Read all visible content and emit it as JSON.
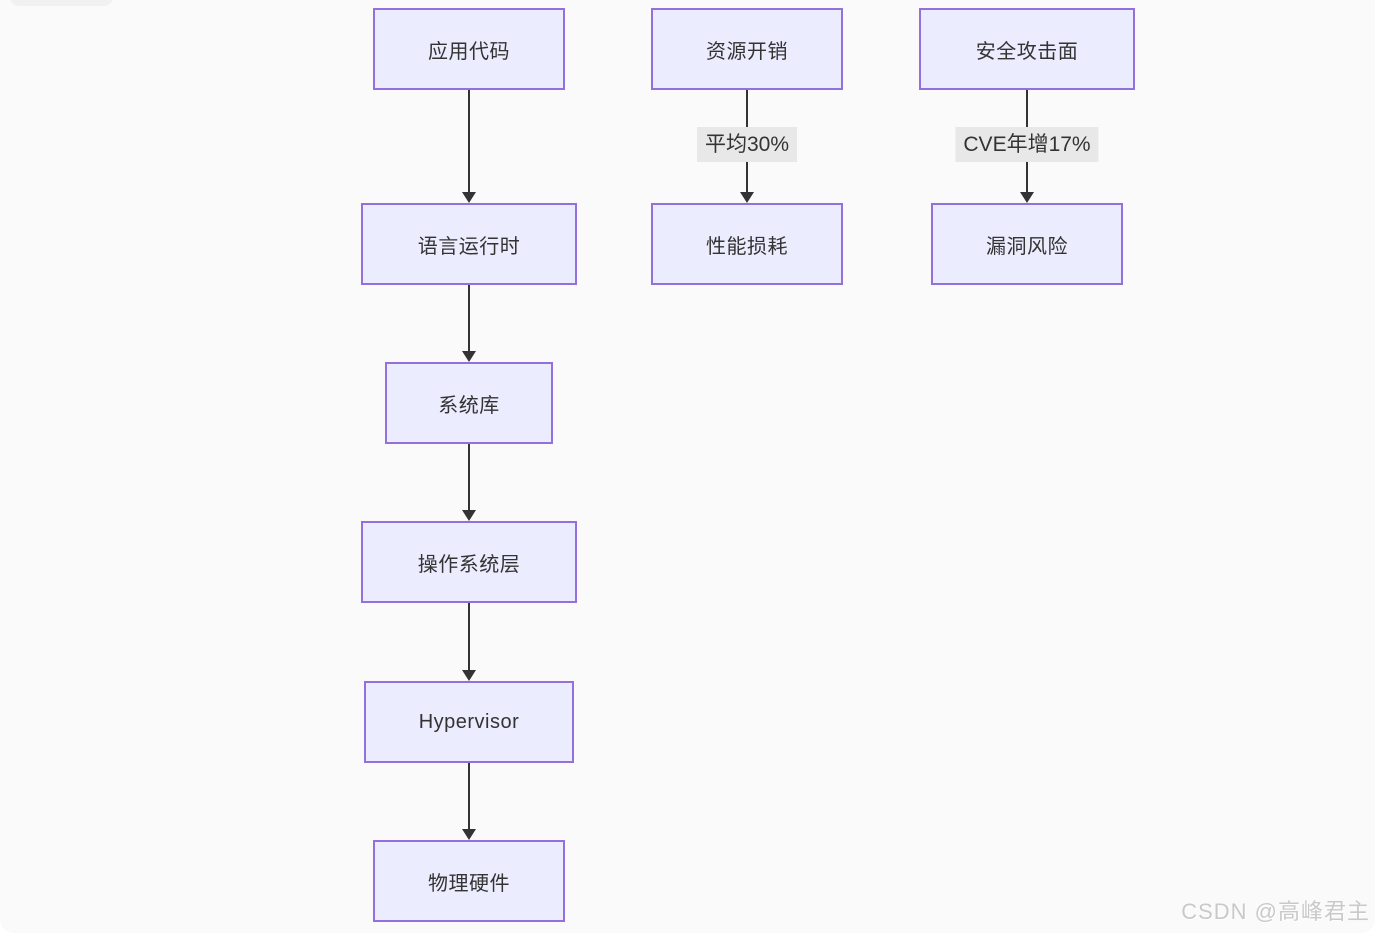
{
  "diagram": {
    "type": "flowchart",
    "nodes": [
      {
        "id": "app-code",
        "label": "应用代码"
      },
      {
        "id": "language-runtime",
        "label": "语言运行时"
      },
      {
        "id": "system-libraries",
        "label": "系统库"
      },
      {
        "id": "os-layer",
        "label": "操作系统层"
      },
      {
        "id": "hypervisor",
        "label": "Hypervisor"
      },
      {
        "id": "physical-hardware",
        "label": "物理硬件"
      },
      {
        "id": "resource-overhead",
        "label": "资源开销"
      },
      {
        "id": "performance-loss",
        "label": "性能损耗"
      },
      {
        "id": "attack-surface",
        "label": "安全攻击面"
      },
      {
        "id": "vulnerability-risk",
        "label": "漏洞风险"
      }
    ],
    "edges": [
      {
        "from": "app-code",
        "to": "language-runtime",
        "label": ""
      },
      {
        "from": "language-runtime",
        "to": "system-libraries",
        "label": ""
      },
      {
        "from": "system-libraries",
        "to": "os-layer",
        "label": ""
      },
      {
        "from": "os-layer",
        "to": "hypervisor",
        "label": ""
      },
      {
        "from": "hypervisor",
        "to": "physical-hardware",
        "label": ""
      },
      {
        "from": "resource-overhead",
        "to": "performance-loss",
        "label": "平均30%"
      },
      {
        "from": "attack-surface",
        "to": "vulnerability-risk",
        "label": "CVE年增17%"
      }
    ],
    "colors": {
      "node_fill": "#ECECFF",
      "node_border": "#9370DB",
      "node_text": "#333333",
      "edge_stroke": "#333333",
      "edge_label_bg": "#E8E8E8",
      "canvas_bg": "#FAFAFA"
    }
  },
  "watermark": {
    "text": "CSDN @高峰君主"
  }
}
